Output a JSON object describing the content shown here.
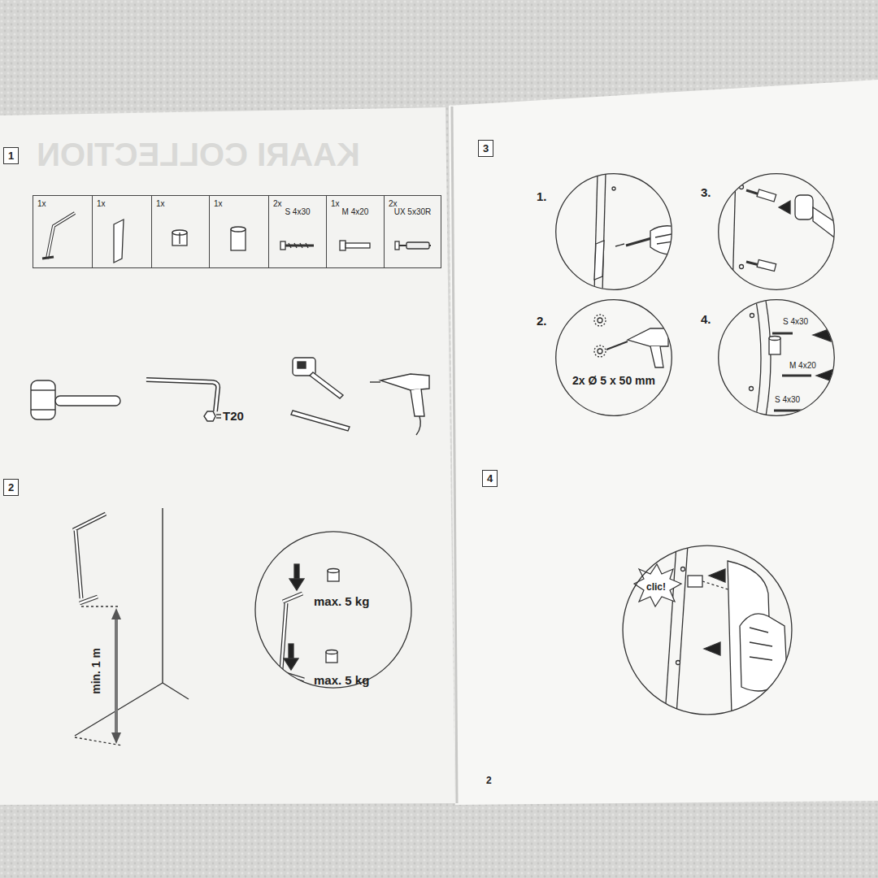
{
  "diagram": {
    "nodes": [
      {
        "text": [
          "1"
        ]
      },
      {
        "text": [
          "1x"
        ]
      },
      {
        "text": [
          "1x"
        ]
      },
      {
        "text": [
          "1x"
        ]
      },
      {
        "text": [
          "1x"
        ]
      },
      {
        "text": [
          "2x",
          "S 4x30"
        ]
      },
      {
        "text": [
          "1x",
          "M 4x20"
        ]
      },
      {
        "text": [
          "2x",
          "UX 5x30R"
        ]
      },
      {
        "text": [
          "2"
        ]
      },
      {
        "text": [
          "max. 5 kg",
          "max. 5 kg"
        ]
      },
      {
        "text": [
          "3"
        ]
      },
      {
        "text": [
          "1."
        ]
      },
      {
        "text": [
          "2.",
          "2x Ø 5 x 50 mm"
        ]
      },
      {
        "text": [
          "3."
        ]
      },
      {
        "text": [
          "4.",
          "S 4x30",
          "M 4x20",
          "S 4x30"
        ]
      },
      {
        "text": [
          "4"
        ]
      },
      {
        "text": [
          "clic!"
        ]
      }
    ],
    "edges": [],
    "labels": [
      "KAARI COLLECTION",
      "T20",
      "min. 1 m",
      "2"
    ]
  }
}
